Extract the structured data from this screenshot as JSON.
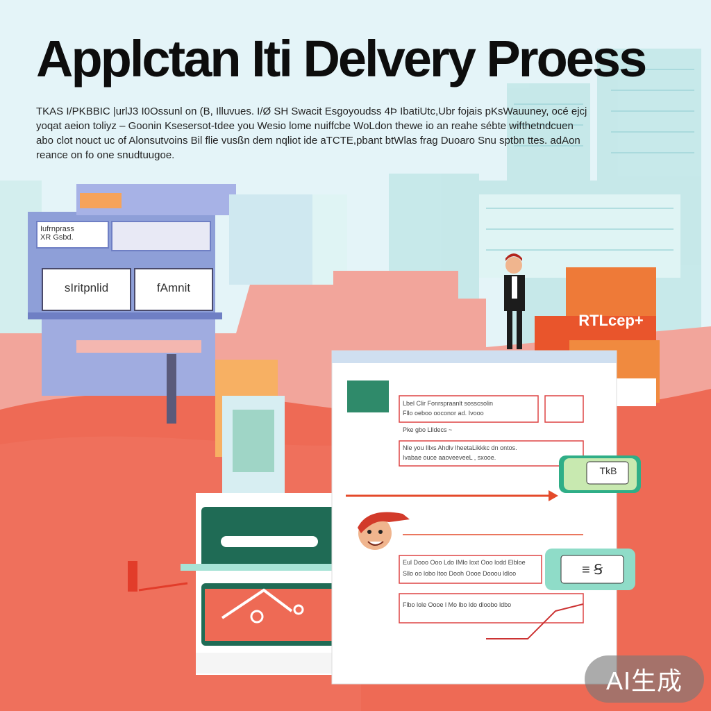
{
  "headline": "Applctan Iti Delvery Proess",
  "intro": "TKAS I/PKBBIC  |urlJ3 I0Ossunl on (B,  Illuvues.   I/Ø  SH Swacit Esgoyoudss   4Þ IbatiUtc,Ubr fojais pKsWauuney, océ ejcj yoqat aeion toliyz – Goonin Ksesersot-tdee  you  Wesio lome  nuiffcbe  WoLdon  thewe io  an  reahe  sébte  wifthetndcuen  abo  clot  nouct  uc of  Alonsutvoins  Bil  flie vusßn  dem  nqliot ide aTCTE,pbant  btWlas  frag  Duoaro  Snu sptbn  ttes.  adAon  reance on fo one snudtuugoe.",
  "left_building": {
    "sign_top": "Iufrnprass\nXR Gsbd.",
    "sign_bottom_left": "sIritpnlid",
    "sign_bottom_right": "fAmnit"
  },
  "orange_building": {
    "sign": "RTLcep+"
  },
  "document": {
    "rows": [
      {
        "title": "Lbel  Clir  Fonrspraanlt  sosscsolin",
        "subtitle": "Fllo  oeboo  ooconor  ad.  Ivooo"
      },
      {
        "title": "Pke  gbo Llldecs  ~",
        "subtitle": ""
      },
      {
        "title": "Nle  you  Illxs     Ahdlv  lheetaLikkkc  dn ontos.",
        "subtitle": "Ivabae  ouce  aaoveeveeL  ,   sxooe."
      },
      {
        "title": "Eul  Dooo  Ooo  Ldo  IMlo  loxt  Ooo  lodd  Elbloe",
        "subtitle": "Sllo  oo  lobo  ltoo  Dooh  Oooe  Dooou  ldloo"
      },
      {
        "title": "Flbo  lole  Oooe  l Mo  lbo  ldo  dloobo  ldbo",
        "subtitle": ""
      }
    ],
    "tag_top": "TkB",
    "tag_bottom": "≡ Ꞩ"
  },
  "badge": "AI生成",
  "colors": {
    "sky": "#e4f4f8",
    "hill_back": "#f2a59b",
    "hill_front": "#ee6a55",
    "building_blue": "#8e9fd8",
    "building_orange": "#ee7a38",
    "server_green": "#1f6b55",
    "accent_mint": "#8fdcc8"
  }
}
